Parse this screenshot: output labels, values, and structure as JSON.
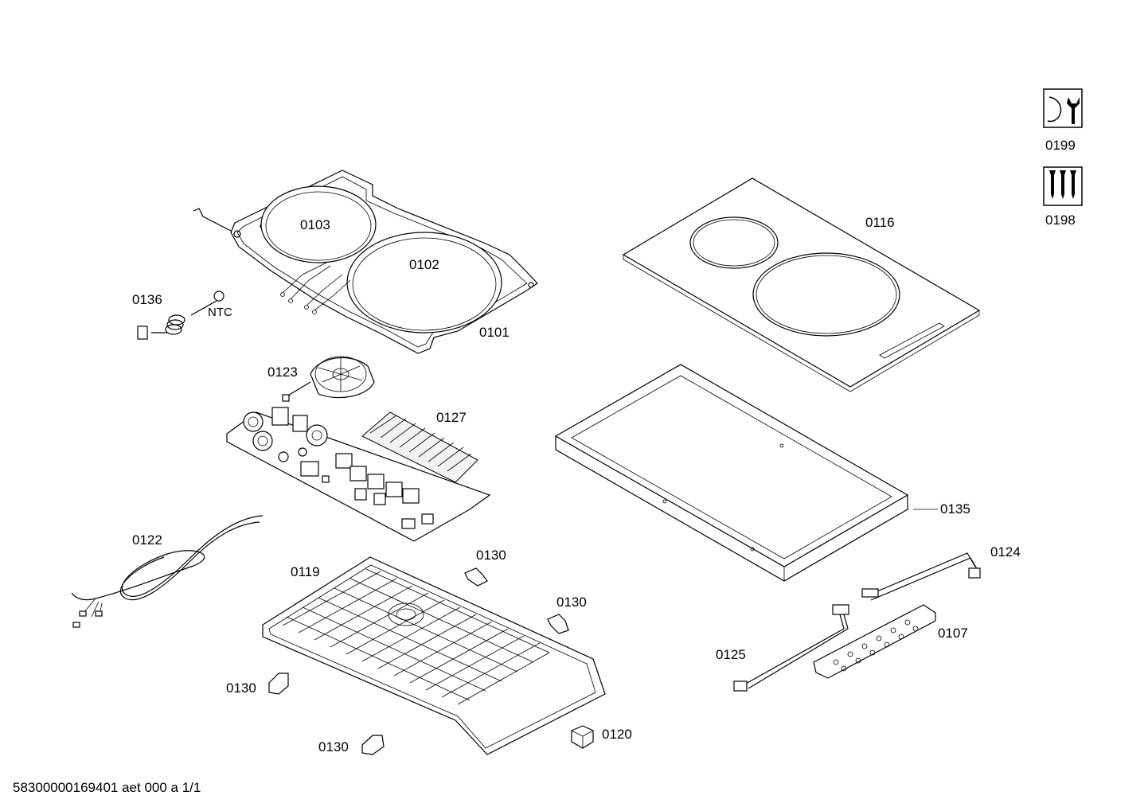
{
  "labels": {
    "p0103": "0103",
    "p0102": "0102",
    "p0101": "0101",
    "p0136": "0136",
    "ntc": "NTC",
    "p0123": "0123",
    "p0127": "0127",
    "p0122": "0122",
    "p0119": "0119",
    "p0130a": "0130",
    "p0130b": "0130",
    "p0130c": "0130",
    "p0130d": "0130",
    "p0120": "0120",
    "p0116": "0116",
    "p0135": "0135",
    "p0124": "0124",
    "p0125": "0125",
    "p0107": "0107",
    "p0199": "0199",
    "p0198": "0198"
  },
  "footer": "58300000169401 aet 000 a 1/1",
  "icons": {
    "tool_icon": "wrench-icon",
    "screws_icon": "screws-icon"
  }
}
